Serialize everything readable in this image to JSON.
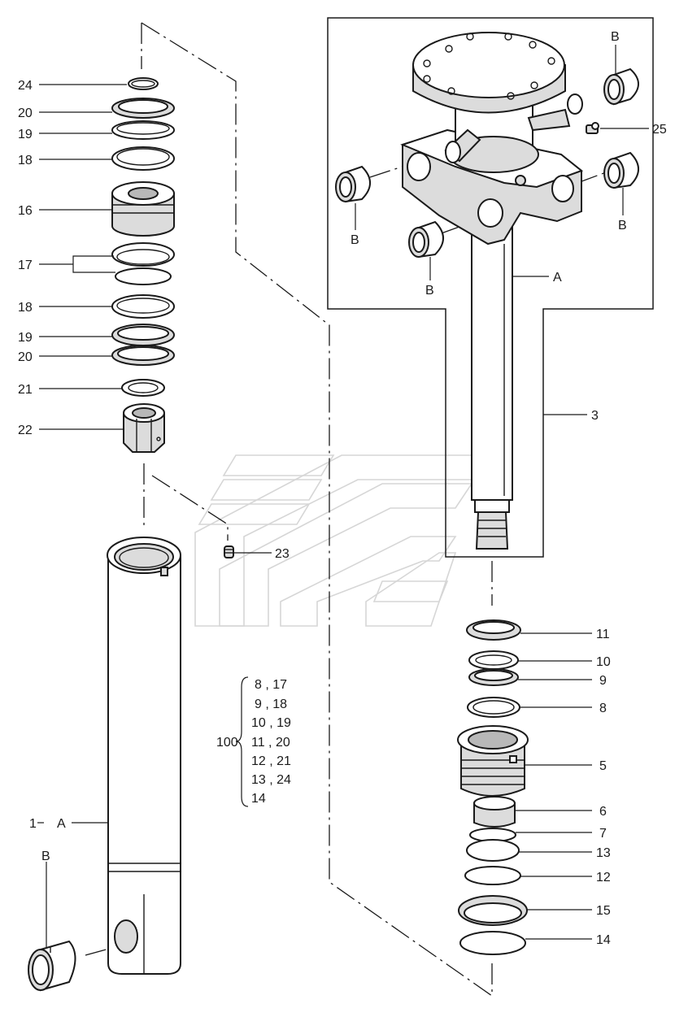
{
  "callouts": {
    "c24": "24",
    "c20a": "20",
    "c19a": "19",
    "c18a": "18",
    "c16": "16",
    "c17": "17",
    "c18b": "18",
    "c19b": "19",
    "c20b": "20",
    "c21": "21",
    "c22": "22",
    "c23": "23",
    "c1": "1",
    "cA1": "A",
    "cB1": "B",
    "cB_tr": "B",
    "c25": "25",
    "cB_r": "B",
    "cB_l": "B",
    "cB_m": "B",
    "cA3": "A",
    "c3": "3",
    "c11": "11",
    "c10": "10",
    "c9": "9",
    "c8": "8",
    "c5": "5",
    "c6": "6",
    "c7": "7",
    "c13": "13",
    "c12": "12",
    "c15": "15",
    "c14": "14"
  },
  "kit": {
    "number": "100",
    "rows": [
      "8 , 17",
      "9 , 18",
      "10 , 19",
      "11 , 20",
      "12 , 21",
      "13 , 24",
      "14"
    ]
  }
}
